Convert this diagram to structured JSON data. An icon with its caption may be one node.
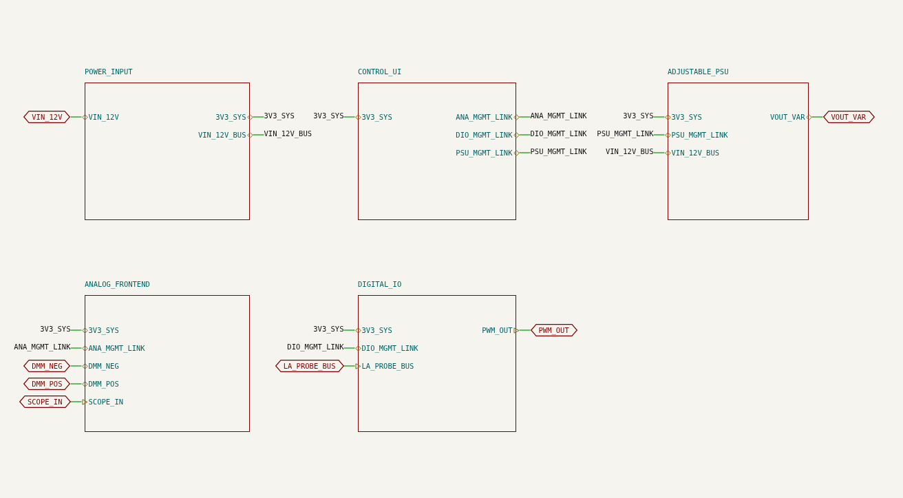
{
  "diagram": {
    "nodes": [
      {
        "text": [
          "POWER_INPUT"
        ]
      },
      {
        "text": [
          "VIN_12V"
        ],
        "in": 0
      },
      {
        "text": [
          "3V3_SYS"
        ],
        "in": 0
      },
      {
        "text": [
          "VIN_12V_BUS"
        ],
        "in": 0
      },
      {
        "text": [
          "CONTROL_UI"
        ]
      },
      {
        "text": [
          "3V3_SYS"
        ],
        "in": 4
      },
      {
        "text": [
          "ANA_MGMT_LINK"
        ],
        "in": 4
      },
      {
        "text": [
          "DIO_MGMT_LINK"
        ],
        "in": 4
      },
      {
        "text": [
          "PSU_MGMT_LINK"
        ],
        "in": 4
      },
      {
        "text": [
          "ADJUSTABLE_PSU"
        ]
      },
      {
        "text": [
          "3V3_SYS"
        ],
        "in": 9
      },
      {
        "text": [
          "VOUT_VAR"
        ],
        "in": 9
      },
      {
        "text": [
          "PSU_MGMT_LINK"
        ],
        "in": 9
      },
      {
        "text": [
          "VIN_12V_BUS"
        ],
        "in": 9
      },
      {
        "text": [
          "ANALOG_FRONTEND"
        ]
      },
      {
        "text": [
          "3V3_SYS"
        ],
        "in": 14
      },
      {
        "text": [
          "ANA_MGMT_LINK"
        ],
        "in": 14
      },
      {
        "text": [
          "DMM_NEG"
        ],
        "in": 14
      },
      {
        "text": [
          "DMM_POS"
        ],
        "in": 14
      },
      {
        "text": [
          "SCOPE_IN"
        ],
        "in": 14
      },
      {
        "text": [
          "DIGITAL_IO"
        ]
      },
      {
        "text": [
          "3V3_SYS"
        ],
        "in": 20
      },
      {
        "text": [
          "PWM_OUT"
        ],
        "in": 20
      },
      {
        "text": [
          "DIO_MGMT_LINK"
        ],
        "in": 20
      },
      {
        "text": [
          "LA_PROBE_BUS"
        ],
        "in": 20
      },
      {
        "text": [
          "VIN_12V"
        ]
      },
      {
        "text": [
          "3V3_SYS"
        ]
      },
      {
        "text": [
          "VIN_12V_BUS"
        ]
      },
      {
        "text": [
          "3V3_SYS"
        ]
      },
      {
        "text": [
          "ANA_MGMT_LINK"
        ]
      },
      {
        "text": [
          "DIO_MGMT_LINK"
        ]
      },
      {
        "text": [
          "PSU_MGMT_LINK"
        ]
      },
      {
        "text": [
          "3V3_SYS"
        ]
      },
      {
        "text": [
          "PSU_MGMT_LINK"
        ]
      },
      {
        "text": [
          "VIN_12V_BUS"
        ]
      },
      {
        "text": [
          "VOUT_VAR"
        ]
      },
      {
        "text": [
          "3V3_SYS"
        ]
      },
      {
        "text": [
          "ANA_MGMT_LINK"
        ]
      },
      {
        "text": [
          "DMM_NEG"
        ]
      },
      {
        "text": [
          "DMM_POS"
        ]
      },
      {
        "text": [
          "SCOPE_IN"
        ]
      },
      {
        "text": [
          "3V3_SYS"
        ]
      },
      {
        "text": [
          "DIO_MGMT_LINK"
        ]
      },
      {
        "text": [
          "LA_PROBE_BUS"
        ]
      },
      {
        "text": [
          "PWM_OUT"
        ]
      }
    ],
    "edges": [
      {
        "from": 25,
        "to": 1,
        "arrow": "none"
      },
      {
        "from": 2,
        "to": 26,
        "arrow": "none"
      },
      {
        "from": 3,
        "to": 27,
        "arrow": "none"
      },
      {
        "from": 28,
        "to": 5,
        "arrow": "none"
      },
      {
        "from": 6,
        "to": 29,
        "arrow": "none"
      },
      {
        "from": 7,
        "to": 30,
        "arrow": "none"
      },
      {
        "from": 8,
        "to": 31,
        "arrow": "none"
      },
      {
        "from": 32,
        "to": 10,
        "arrow": "none"
      },
      {
        "from": 11,
        "to": 35,
        "arrow": "none"
      },
      {
        "from": 33,
        "to": 12,
        "arrow": "none"
      },
      {
        "from": 34,
        "to": 13,
        "arrow": "none"
      },
      {
        "from": 36,
        "to": 15,
        "arrow": "none"
      },
      {
        "from": 37,
        "to": 16,
        "arrow": "none"
      },
      {
        "from": 38,
        "to": 17,
        "arrow": "none"
      },
      {
        "from": 39,
        "to": 18,
        "arrow": "none"
      },
      {
        "from": 40,
        "to": 19,
        "arrow": "none"
      },
      {
        "from": 41,
        "to": 21,
        "arrow": "none"
      },
      {
        "from": 42,
        "to": 23,
        "arrow": "none"
      },
      {
        "from": 43,
        "to": 24,
        "arrow": "none"
      },
      {
        "from": 22,
        "to": 44,
        "arrow": "none"
      }
    ]
  }
}
